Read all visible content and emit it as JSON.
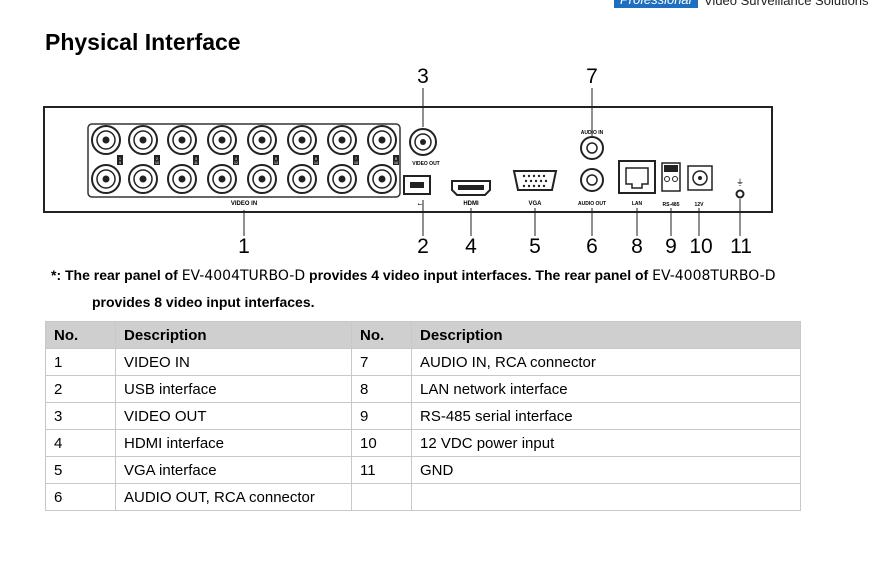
{
  "header": {
    "badge": "Professional",
    "text": "Video Surveillance Solutions"
  },
  "title": "Physical Interface",
  "diagram": {
    "callouts_top": [
      "3",
      "7"
    ],
    "callouts_bottom": [
      "1",
      "2",
      "4",
      "5",
      "6",
      "8",
      "9",
      "10",
      "11"
    ],
    "port_labels": {
      "video_in": "VIDEO IN",
      "video_out": "VIDEO OUT",
      "audio_in": "AUDIO IN",
      "audio_out": "AUDIO OUT",
      "hdmi": "HDMI",
      "vga": "VGA",
      "lan": "LAN",
      "rs485": "RS-485",
      "power": "12V"
    },
    "channel_numbers_top": [
      "1",
      "2",
      "3",
      "4",
      "5",
      "6",
      "7",
      "8"
    ],
    "channel_numbers_bottom": [
      "9",
      "10",
      "11",
      "12",
      "13",
      "14",
      "15",
      "16"
    ]
  },
  "note": {
    "prefix": "*: The rear panel of",
    "model1": "EV-4004TURBO-D",
    "middle": "provides 4 video input interfaces. The rear panel of",
    "model2": "EV-4008TURBO-D",
    "suffix": "provides 8 video input interfaces."
  },
  "table": {
    "headers": [
      "No.",
      "Description",
      "No.",
      "Description"
    ],
    "rows": [
      [
        "1",
        "VIDEO IN",
        "7",
        "AUDIO IN, RCA connector"
      ],
      [
        "2",
        "USB interface",
        "8",
        "LAN network interface"
      ],
      [
        "3",
        "VIDEO OUT",
        "9",
        "RS-485 serial interface"
      ],
      [
        "4",
        "HDMI interface",
        "10",
        "12 VDC power input"
      ],
      [
        "5",
        "VGA interface",
        "11",
        "GND"
      ],
      [
        "6",
        "AUDIO OUT, RCA connector",
        "",
        ""
      ]
    ]
  }
}
